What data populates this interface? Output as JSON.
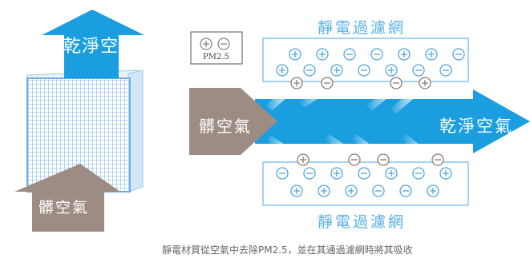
{
  "labels": {
    "clean_air_top": "乾淨空氣",
    "dirty_air_bottom": "髒空氣",
    "dirty_air_middle": "髒空氣",
    "clean_air_middle": "乾淨空氣",
    "mesh_top": "靜電過濾網",
    "mesh_bottom": "靜電過濾網",
    "pm_legend": "PM2.5"
  },
  "caption": "靜電材質從空氣中去除PM2.5，並在其通過濾網時將其吸收",
  "colors": {
    "blue_arrow": "#1a9ee0",
    "brown_arrow": "#9c8c84",
    "mesh_outline": "#8ac8ee",
    "filter_grid": "#7cb6e6"
  },
  "mesh_top_row1": [
    "+",
    "+",
    "-",
    "-",
    "+",
    "+",
    "-"
  ],
  "mesh_top_row2": [
    "+",
    "-",
    "+",
    "-",
    "+",
    "-",
    "-"
  ],
  "mesh_bot_row1": [
    "-",
    "-",
    "+",
    "-",
    "+",
    "-",
    "+"
  ],
  "mesh_bot_row2": [
    "+",
    "+",
    "+",
    "-",
    "-",
    "+"
  ]
}
